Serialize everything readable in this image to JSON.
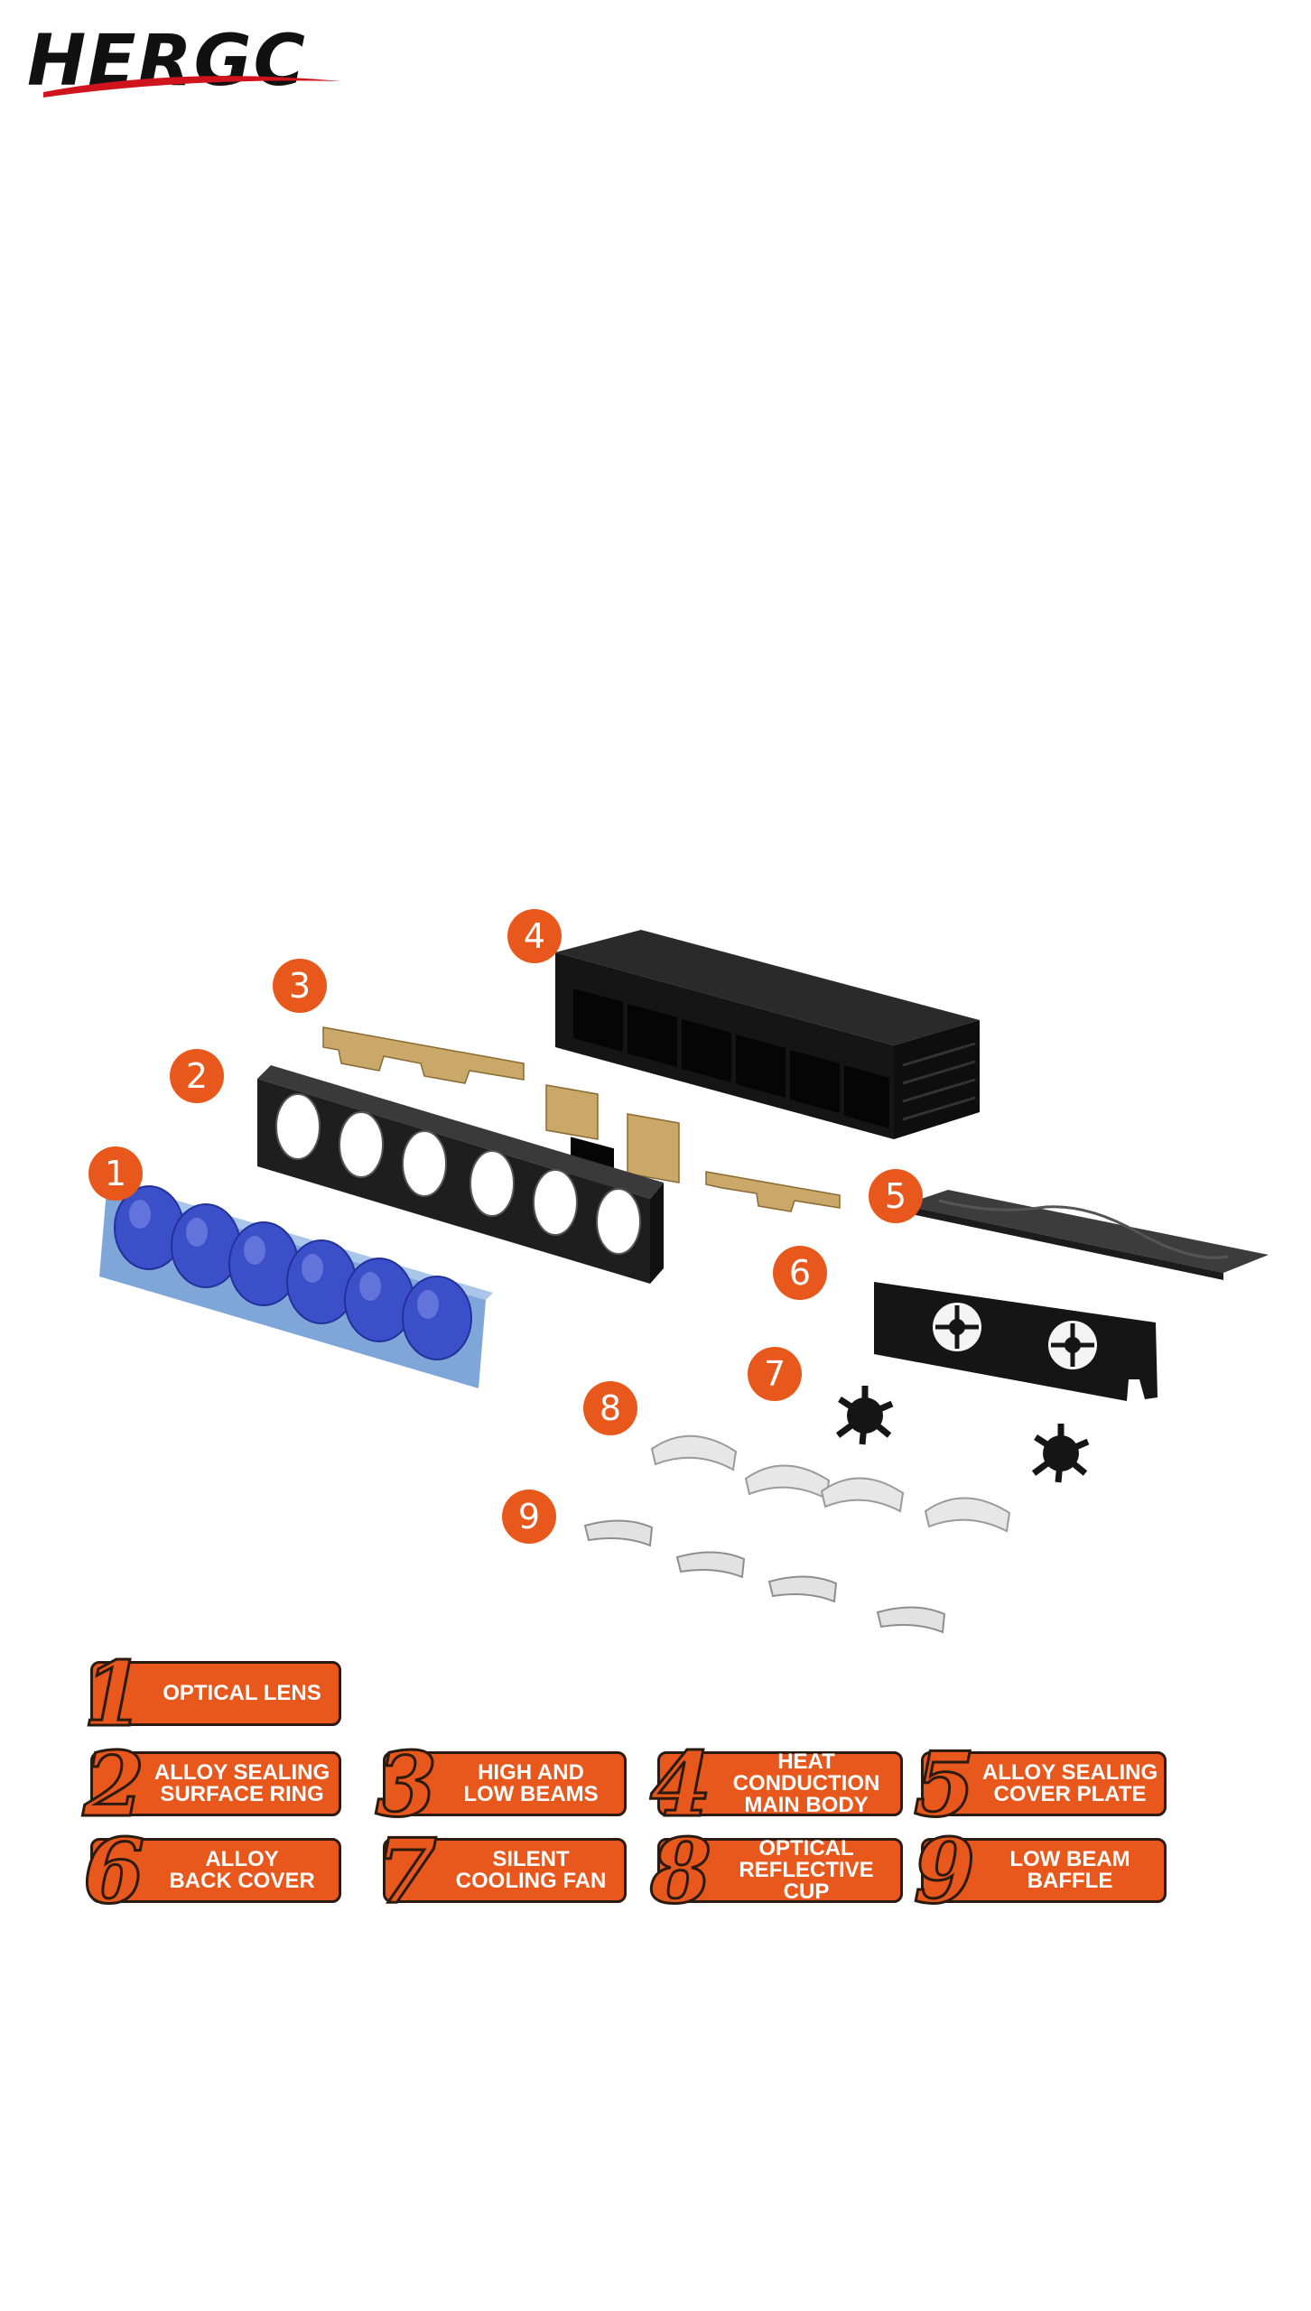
{
  "brand": {
    "logo_text": "HERGC",
    "accent": "#e8571c",
    "swoosh": "#d0141e"
  },
  "parts": [
    {
      "num": "1",
      "label": "OPTICAL LENS"
    },
    {
      "num": "2",
      "label": "ALLOY SEALING\nSURFACE RING"
    },
    {
      "num": "3",
      "label": "HIGH AND\nLOW BEAMS"
    },
    {
      "num": "4",
      "label": "HEAT CONDUCTION\nMAIN BODY"
    },
    {
      "num": "5",
      "label": "ALLOY SEALING\nCOVER PLATE"
    },
    {
      "num": "6",
      "label": "ALLOY\nBACK COVER"
    },
    {
      "num": "7",
      "label": "SILENT\nCOOLING FAN"
    },
    {
      "num": "8",
      "label": "OPTICAL\nREFLECTIVE CUP"
    },
    {
      "num": "9",
      "label": "LOW BEAM\nBAFFLE"
    }
  ],
  "colors": {
    "lens": "#3a4fc8",
    "lens_frame": "#7fa6d8",
    "black_part": "#1b1b1b",
    "pcb": "#c9a86a",
    "cup": "#e7e7e7"
  }
}
